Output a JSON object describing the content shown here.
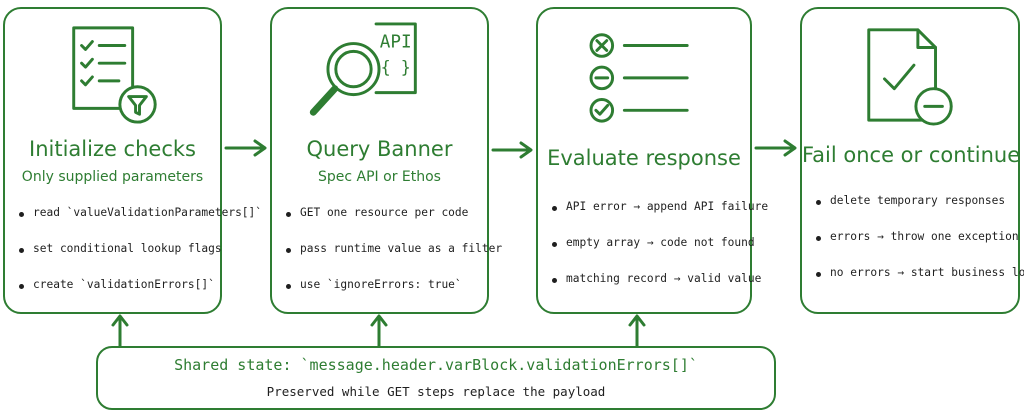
{
  "colors": {
    "accent": "#2e7d32",
    "text": "#1f1f1f"
  },
  "cards": [
    {
      "icon": "checklist-filter-icon",
      "title": "Initialize checks",
      "subtitle": "Only supplied parameters",
      "bullets": [
        "read `valueValidationParameters[]`",
        "set conditional lookup flags",
        "create `validationErrors[]`"
      ]
    },
    {
      "icon": "api-search-icon",
      "icon_label": "API",
      "icon_braces": "{ }",
      "title": "Query Banner",
      "subtitle": "Spec API or Ethos",
      "bullets": [
        "GET one resource per code",
        "pass runtime value as a filter",
        "use `ignoreErrors: true`"
      ]
    },
    {
      "icon": "evaluation-list-icon",
      "title": "Evaluate response",
      "subtitle": "",
      "bullets": [
        "API error → append API failure",
        "empty array → code not found",
        "matching record → valid value"
      ]
    },
    {
      "icon": "document-check-minus-icon",
      "title": "Fail once or continue",
      "subtitle": "",
      "bullets": [
        "delete temporary responses",
        "errors → throw one exception",
        "no errors → start business logic"
      ]
    }
  ],
  "shared": {
    "title": "Shared state: `message.header.varBlock.validationErrors[]`",
    "subtitle": "Preserved while GET steps replace the payload"
  }
}
